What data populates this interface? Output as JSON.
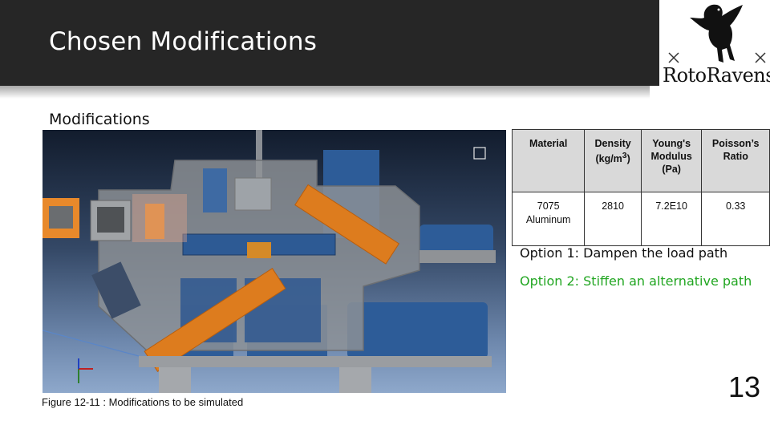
{
  "slide": {
    "title": "Chosen Modifications",
    "subtitle": "Modifications",
    "page_number": "13"
  },
  "logo": {
    "text": "RotoRavens",
    "icon": "raven-logo-icon"
  },
  "figure": {
    "caption": "Figure 12-11 : Modifications to be simulated"
  },
  "table": {
    "headers": {
      "material": "Material",
      "density_line1": "Density",
      "density_line2": "(kg/m",
      "density_sup": "3",
      "density_close": ")",
      "youngs_line1": "Young's",
      "youngs_line2": "Modulus",
      "youngs_line3": "(Pa)",
      "poisson_line1": "Poisson’s",
      "poisson_line2": "Ratio"
    },
    "row": {
      "material_line1": "7075",
      "material_line2": "Aluminum",
      "density": "2810",
      "youngs": "7.2E10",
      "poisson": "0.33"
    }
  },
  "options": {
    "option1": "Option 1: Dampen the load path",
    "option2": "Option 2: Stiffen an alternative path",
    "option2_color": "#22a622"
  }
}
